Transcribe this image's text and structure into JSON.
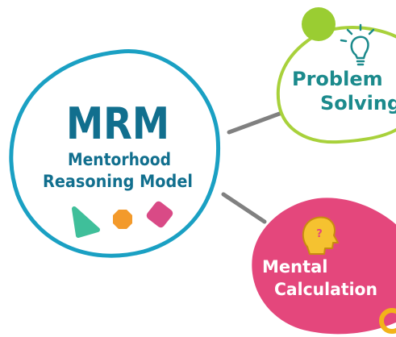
{
  "main_node": {
    "title": "MRM",
    "subtitle_line1": "Mentorhood",
    "subtitle_line2": "Reasoning Model",
    "shapes": [
      "triangle",
      "octagon",
      "rounded-diamond"
    ]
  },
  "nodes": [
    {
      "id": "problem-solving",
      "line1": "Problem",
      "line2": "Solving",
      "icon": "lightbulb-icon"
    },
    {
      "id": "mental-calculation",
      "line1": "Mental",
      "line2": "Calculation",
      "icon": "head-question-icon"
    }
  ],
  "colors": {
    "main_border": "#1aa0c3",
    "main_text": "#116f8e",
    "problem_border": "#a8d13b",
    "problem_dot": "#9acd32",
    "problem_text": "#1b8a8c",
    "mental_fill": "#e4477c",
    "mental_text": "#ffffff",
    "head_icon": "#f5c230",
    "connector": "#808080",
    "triangle": "#3fbf9a",
    "octagon": "#f39a2b",
    "diamond": "#d94a86",
    "corner_ring": "#f2b319"
  }
}
